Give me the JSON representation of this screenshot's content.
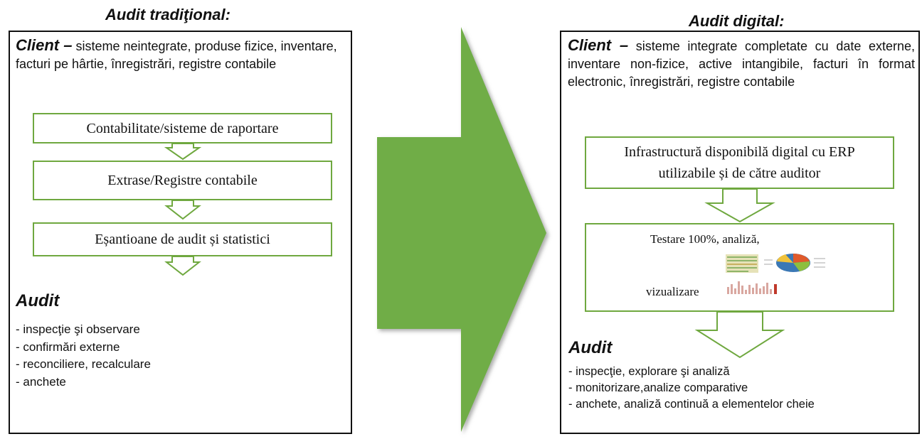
{
  "left": {
    "title": "Audit tradiţional:",
    "client_label": "Client –",
    "client_text": " sisteme neintegrate, produse fizice, inventare, facturi pe hârtie, înregistrări, registre contabile",
    "steps": [
      "Contabilitate/sisteme de raportare",
      "Extrase/Registre contabile",
      "Eșantioane de audit și statistici"
    ],
    "audit_title": "Audit",
    "audit_items": [
      "- inspecţie şi observare",
      "- confirmări externe",
      "- reconciliere, recalculare",
      "- anchete"
    ]
  },
  "right": {
    "title": "Audit digital:",
    "client_label": "Client –",
    "client_text": " sisteme integrate completate cu date externe, inventare non-fizice, active intangibile, facturi în format electronic,  înregistrări, registre contabile",
    "steps": [
      "Infrastructură disponibilă digital cu ERP utilizabile și de către auditor"
    ],
    "testing_line1": "Testare 100%, analiză,",
    "testing_line2": "vizualizare",
    "audit_title": "Audit",
    "audit_items": [
      "- inspecţie, explorare şi analiză",
      "- monitorizare,analize comparative",
      "- anchete, analiză continuă a elementelor cheie"
    ]
  },
  "colors": {
    "arrow_fill": "#70ad47",
    "box_border": "#6fa83f"
  }
}
